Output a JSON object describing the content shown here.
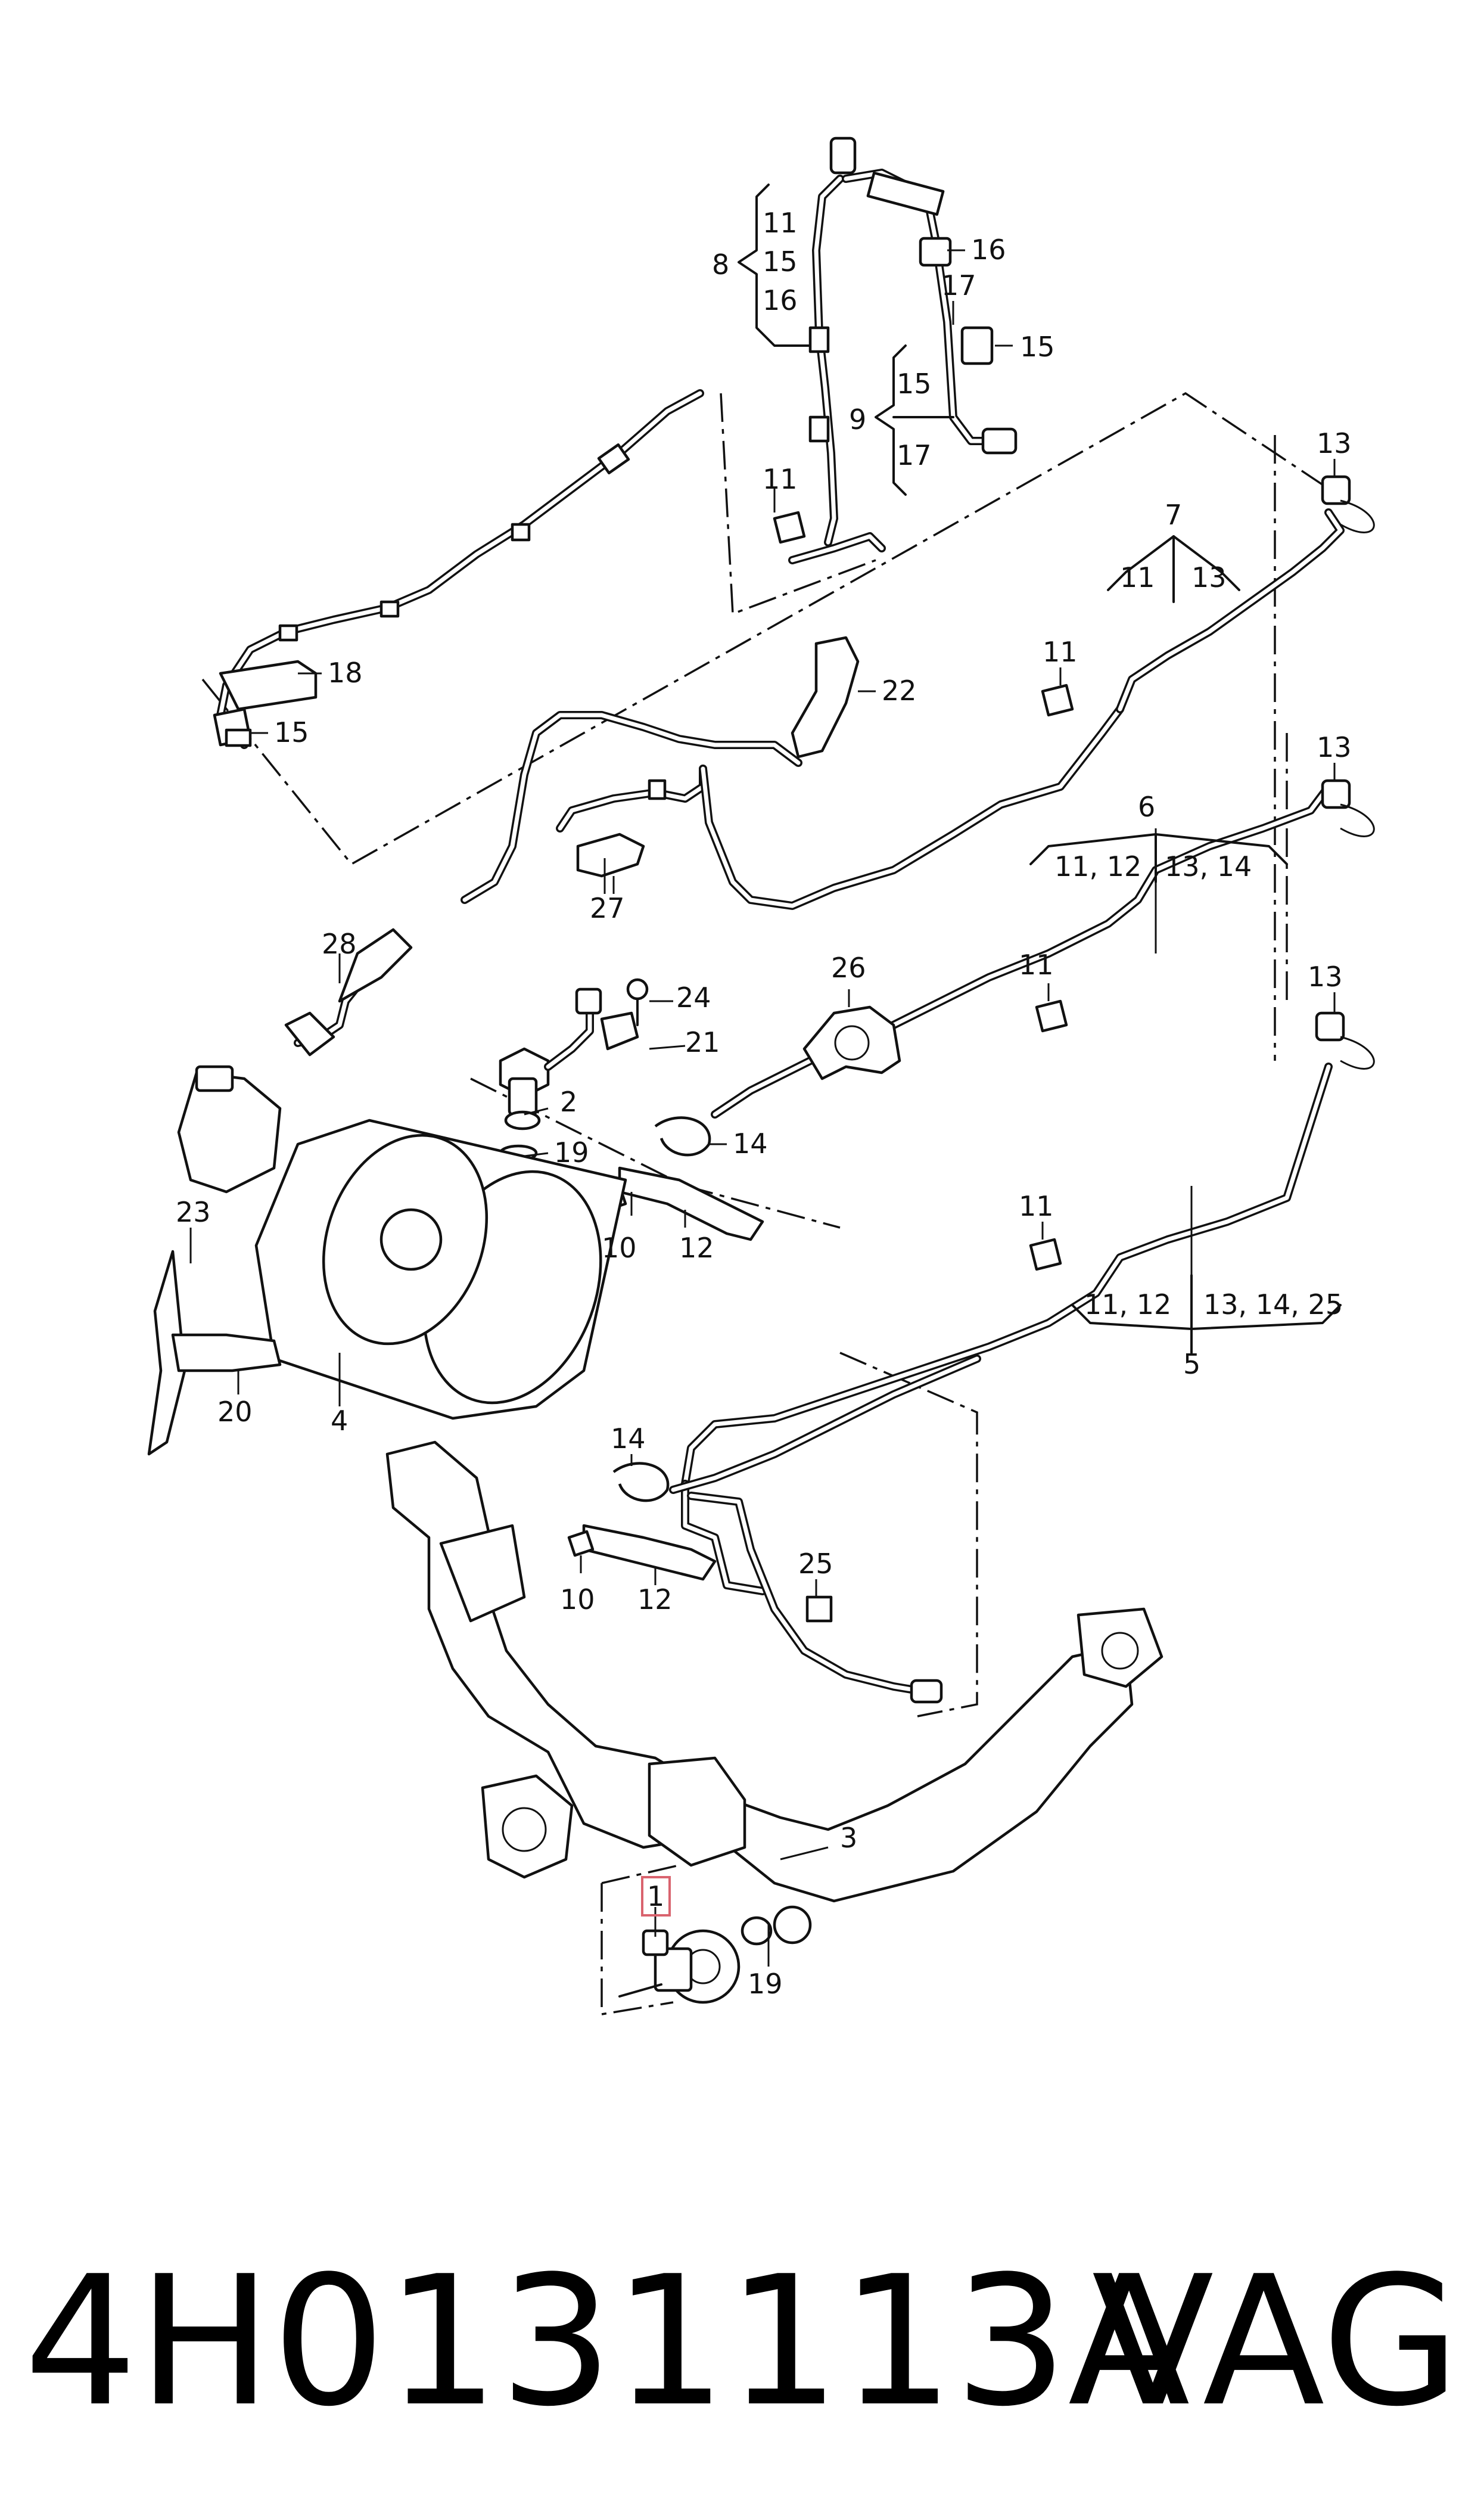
{
  "callouts": [
    {
      "id": "c1",
      "text": "1"
    },
    {
      "id": "c2",
      "text": "2"
    },
    {
      "id": "c3",
      "text": "3"
    },
    {
      "id": "c4",
      "text": "4"
    },
    {
      "id": "c5",
      "text": "5"
    },
    {
      "id": "c6",
      "text": "6"
    },
    {
      "id": "c7",
      "text": "7"
    },
    {
      "id": "c8",
      "text": "8"
    },
    {
      "id": "c9",
      "text": "9"
    },
    {
      "id": "c10a",
      "text": "10"
    },
    {
      "id": "c10b",
      "text": "10"
    },
    {
      "id": "c11a",
      "text": "11"
    },
    {
      "id": "c11b",
      "text": "11"
    },
    {
      "id": "c11c",
      "text": "11"
    },
    {
      "id": "c11d",
      "text": "11"
    },
    {
      "id": "c12a",
      "text": "12"
    },
    {
      "id": "c12b",
      "text": "12"
    },
    {
      "id": "c13a",
      "text": "13"
    },
    {
      "id": "c13b",
      "text": "13"
    },
    {
      "id": "c13c",
      "text": "13"
    },
    {
      "id": "c14a",
      "text": "14"
    },
    {
      "id": "c14b",
      "text": "14"
    },
    {
      "id": "c15a",
      "text": "15"
    },
    {
      "id": "c15b",
      "text": "15"
    },
    {
      "id": "c16",
      "text": "16"
    },
    {
      "id": "c17",
      "text": "17"
    },
    {
      "id": "c18",
      "text": "18"
    },
    {
      "id": "c19a",
      "text": "19"
    },
    {
      "id": "c19b",
      "text": "19"
    },
    {
      "id": "c20",
      "text": "20"
    },
    {
      "id": "c21",
      "text": "21"
    },
    {
      "id": "c22",
      "text": "22"
    },
    {
      "id": "c23",
      "text": "23"
    },
    {
      "id": "c24",
      "text": "24"
    },
    {
      "id": "c25",
      "text": "25"
    },
    {
      "id": "c26",
      "text": "26"
    },
    {
      "id": "c27",
      "text": "27"
    },
    {
      "id": "c28",
      "text": "28"
    }
  ],
  "groups": {
    "g8": [
      "11",
      "15",
      "16"
    ],
    "g9": [
      "15",
      "17"
    ],
    "g7": [
      "11",
      "13"
    ],
    "g6": [
      "11, 12",
      "13, 14"
    ],
    "g5": [
      "11, 12",
      "13, 14, 25"
    ]
  },
  "highlight_color": "#d9636e",
  "footer": {
    "part_number": "4H0131113A",
    "brand": "VAG"
  }
}
